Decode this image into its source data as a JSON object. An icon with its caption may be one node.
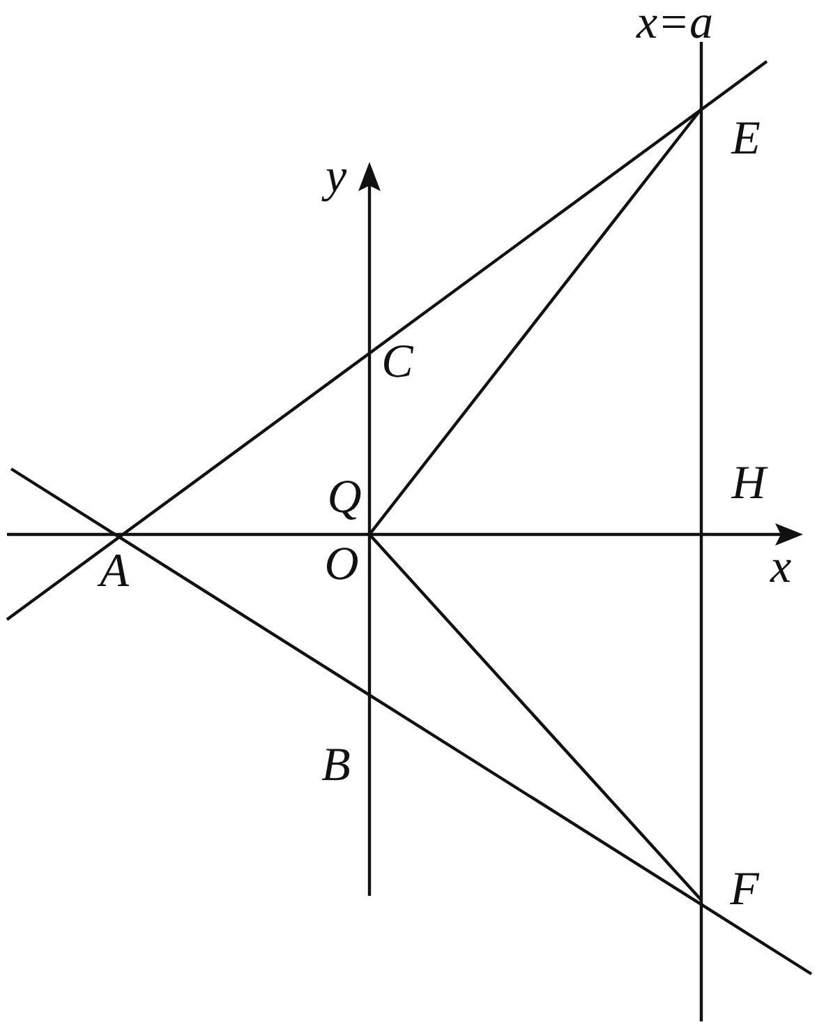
{
  "diagram": {
    "labels": [
      "x=a",
      "E",
      "y",
      "C",
      "Q",
      "H",
      "A",
      "O",
      "x",
      "B",
      "F"
    ]
  }
}
